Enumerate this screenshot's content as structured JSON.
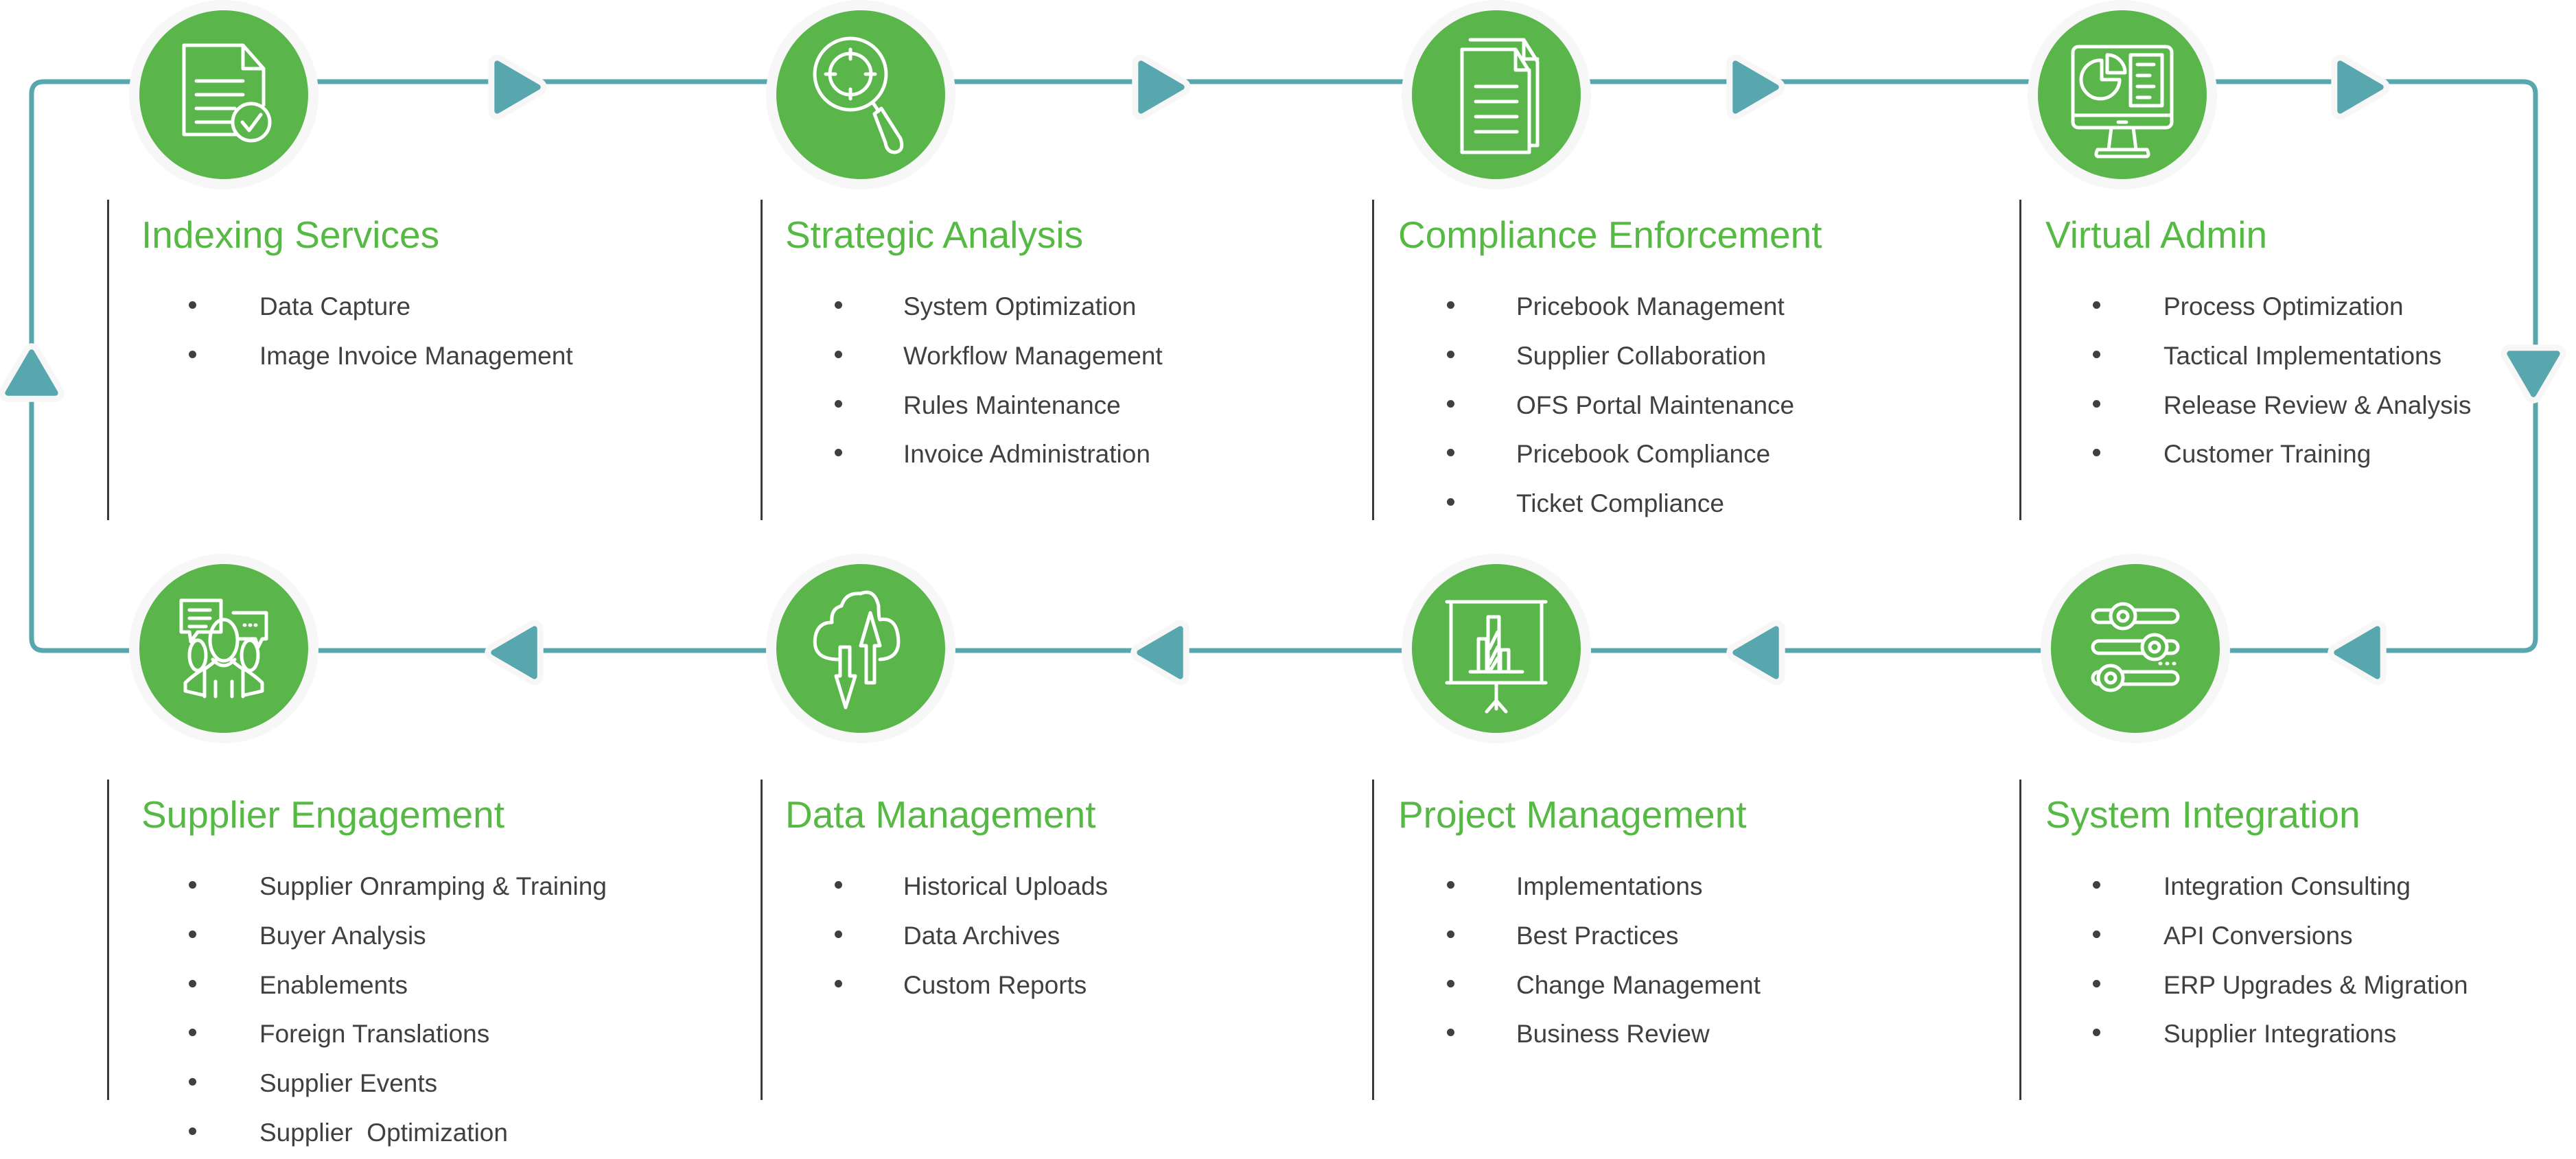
{
  "colors": {
    "accent_green": "#5ab54b",
    "title_green": "#55b944",
    "connector_teal": "#58a6ae",
    "halo": "#f7f7f7",
    "text": "#404040",
    "divider": "#3a3a3a"
  },
  "stages": [
    {
      "title": "Indexing Services",
      "icon": "document-check-icon",
      "items": [
        "Data Capture",
        "Image Invoice Management"
      ]
    },
    {
      "title": "Strategic Analysis",
      "icon": "magnifier-target-icon",
      "items": [
        "System Optimization",
        "Workflow Management",
        "Rules Maintenance",
        "Invoice Administration"
      ]
    },
    {
      "title": "Compliance Enforcement",
      "icon": "documents-stack-icon",
      "items": [
        "Pricebook Management",
        "Supplier Collaboration",
        "OFS Portal Maintenance",
        "Pricebook Compliance",
        "Ticket Compliance"
      ]
    },
    {
      "title": "Virtual Admin",
      "icon": "monitor-dashboard-icon",
      "items": [
        "Process Optimization",
        "Tactical Implementations",
        "Release Review & Analysis",
        "Customer Training"
      ]
    },
    {
      "title": "System Integration",
      "icon": "sliders-icon",
      "items": [
        "Integration Consulting",
        "API Conversions",
        "ERP Upgrades & Migration",
        "Supplier Integrations"
      ]
    },
    {
      "title": "Project Management",
      "icon": "presentation-chart-icon",
      "items": [
        "Implementations",
        "Best Practices",
        "Change Management",
        "Business Review"
      ]
    },
    {
      "title": "Data Management",
      "icon": "cloud-transfer-icon",
      "items": [
        "Historical Uploads",
        "Data Archives",
        "Custom Reports"
      ]
    },
    {
      "title": "Supplier Engagement",
      "icon": "people-chat-icon",
      "items": [
        "Supplier Onramping & Training",
        "Buyer Analysis",
        "Enablements",
        "Foreign Translations",
        "Supplier Events",
        "Supplier  Optimization"
      ]
    }
  ]
}
